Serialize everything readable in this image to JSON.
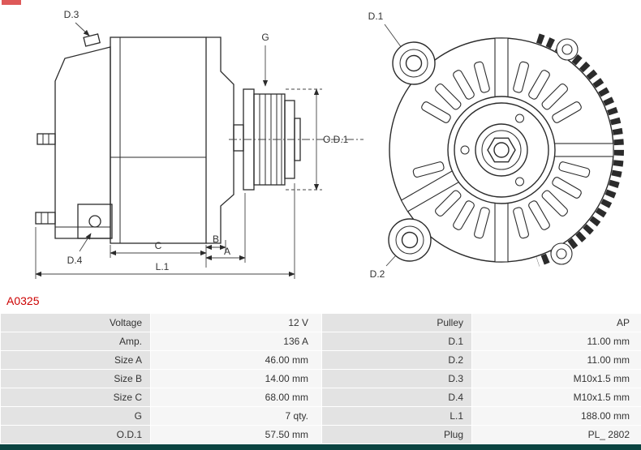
{
  "colors": {
    "accent-red": "#cc0000",
    "label-bg": "#e3e3e3",
    "value-bg": "#f6f6f6",
    "text": "#333333",
    "line": "#2b2b2b",
    "bottom-bar": "#0b4441"
  },
  "part_number": "A0325",
  "diagram": {
    "annotations": {
      "d1": "D.1",
      "d2": "D.2",
      "d3": "D.3",
      "d4": "D.4",
      "g": "G",
      "od1": "O.D.1",
      "a": "A",
      "b": "B",
      "c": "C",
      "l1": "L.1"
    }
  },
  "table": {
    "rows": [
      [
        "Voltage",
        "12 V",
        "Pulley",
        "AP"
      ],
      [
        "Amp.",
        "136 A",
        "D.1",
        "11.00 mm"
      ],
      [
        "Size A",
        "46.00 mm",
        "D.2",
        "11.00 mm"
      ],
      [
        "Size B",
        "14.00 mm",
        "D.3",
        "M10x1.5 mm"
      ],
      [
        "Size C",
        "68.00 mm",
        "D.4",
        "M10x1.5 mm"
      ],
      [
        "G",
        "7 qty.",
        "L.1",
        "188.00 mm"
      ],
      [
        "O.D.1",
        "57.50 mm",
        "Plug",
        "PL_ 2802"
      ]
    ]
  }
}
